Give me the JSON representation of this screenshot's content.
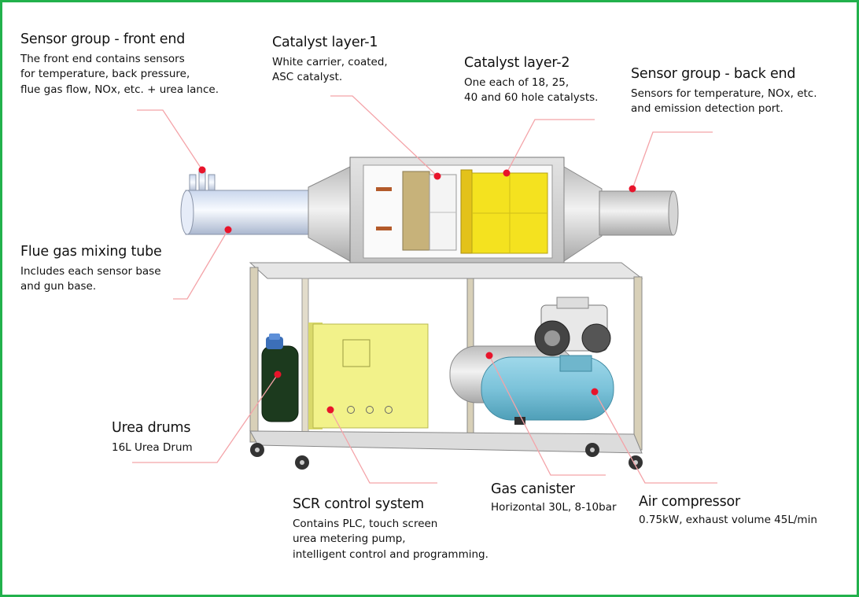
{
  "colors": {
    "frame": "#22b14c",
    "leader": "#f4a3a8",
    "dot": "#e8142b",
    "catalyst": "#f4e21f",
    "canister": "#d9d9d9",
    "compressor": "#7fc6dc",
    "control_box": "#f2f28a",
    "urea_drum": "#1c3a1e"
  },
  "labels": [
    {
      "id": "sensor-front",
      "title": "Sensor group - front end",
      "lines": [
        "The front end contains sensors",
        "for temperature, back pressure,",
        "flue gas flow, NOx, etc. + urea lance."
      ]
    },
    {
      "id": "catalyst-1",
      "title": "Catalyst layer-1",
      "lines": [
        "White carrier, coated,",
        "ASC catalyst."
      ]
    },
    {
      "id": "catalyst-2",
      "title": "Catalyst layer-2",
      "lines": [
        "One each of 18, 25,",
        "40 and 60 hole catalysts."
      ]
    },
    {
      "id": "sensor-back",
      "title": "Sensor group - back end",
      "lines": [
        "Sensors for temperature, NOx, etc.",
        "and emission detection port."
      ]
    },
    {
      "id": "mixing-tube",
      "title": "Flue gas mixing tube",
      "lines": [
        "Includes each sensor base",
        "and gun base."
      ]
    },
    {
      "id": "urea-drums",
      "title": "Urea drums",
      "lines": [
        "16L Urea Drum"
      ]
    },
    {
      "id": "scr-control",
      "title": "SCR control system",
      "lines": [
        "Contains PLC, touch screen",
        "urea metering pump,",
        "intelligent control and programming."
      ]
    },
    {
      "id": "gas-canister",
      "title": "Gas canister",
      "lines": [
        "Horizontal 30L, 8-10bar"
      ]
    },
    {
      "id": "air-compressor",
      "title": "Air compressor",
      "lines": [
        "0.75kW, exhaust volume 45L/min"
      ]
    }
  ]
}
